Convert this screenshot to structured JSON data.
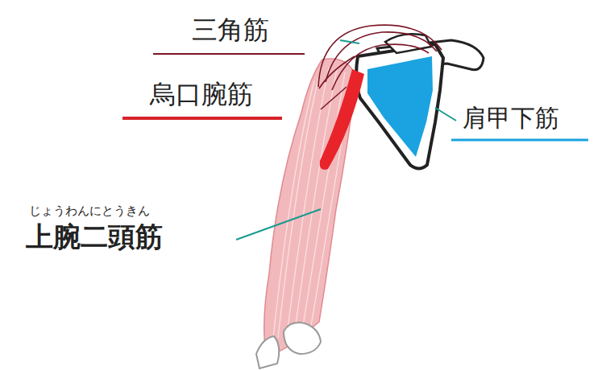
{
  "diagram": {
    "labels": [
      "三角筋",
      "烏口腕筋",
      "肩甲下筋",
      "じょうわんにとうきん",
      "上腕二頭筋"
    ]
  }
}
